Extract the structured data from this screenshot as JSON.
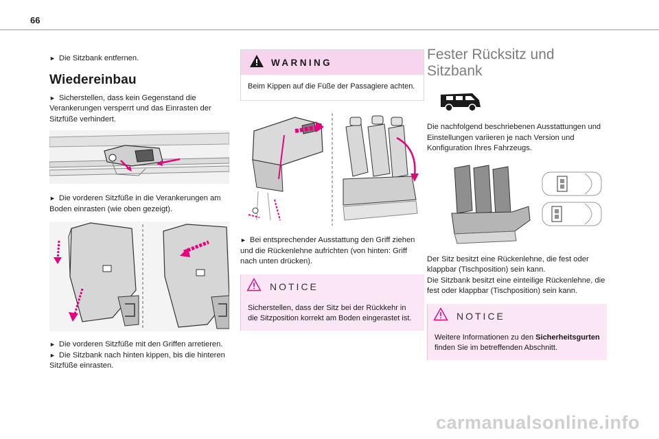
{
  "page_number": "66",
  "col1": {
    "step_remove": "Die Sitzbank entfernen.",
    "heading": "Wiedereinbau",
    "step_secure": "Sicherstellen, dass kein Gegenstand die Verankerungen versperrt und das Einrasten der Sitzfüße verhindert.",
    "step_front_feet": "Die vorderen Sitzfüße in die Verankerungen am Boden einrasten (wie oben gezeigt).",
    "step_lock_handles": "Die vorderen Sitzfüße mit den Griffen arretieren.",
    "step_tilt_back": "Die Sitzbank nach hinten kippen, bis die hinteren Sitzfüße einrasten."
  },
  "col2": {
    "warning_title": "WARNING",
    "warning_text": "Beim Kippen auf die Füße der Passagiere achten.",
    "step_pull_handle": "Bei entsprechender Ausstattung den Griff ziehen und die Rückenlehne aufrichten (von hinten: Griff nach unten drücken).",
    "notice_title": "NOTICE",
    "notice_text": "Sicherstellen, dass der Sitz bei der Rückkehr in die Sitzposition korrekt am Boden eingerastet ist."
  },
  "col3": {
    "chapter_title": "Fester Rücksitz und Sitzbank",
    "intro": "Die nachfolgend beschriebenen Ausstattungen und Einstellungen variieren je nach Version und Konfiguration Ihres Fahrzeugs.",
    "desc_1": "Der Sitz besitzt eine Rückenlehne, die fest oder klappbar (Tischposition) sein kann.",
    "desc_2": "Die Sitzbank besitzt eine einteilige Rückenlehne, die fest oder klappbar (Tischposition) sein kann.",
    "notice_title": "NOTICE",
    "notice_text_before": "Weitere Informationen zu den ",
    "notice_text_bold": "Sicherheitsgurten",
    "notice_text_after": " finden Sie im betreffenden Abschnitt."
  },
  "bullet_glyph": "►",
  "watermark": "carmanualsonline.info",
  "colors": {
    "accent_pink": "#e6007e",
    "warning_bg": "#f7d5ef",
    "notice_bg": "#fbe6f5"
  }
}
